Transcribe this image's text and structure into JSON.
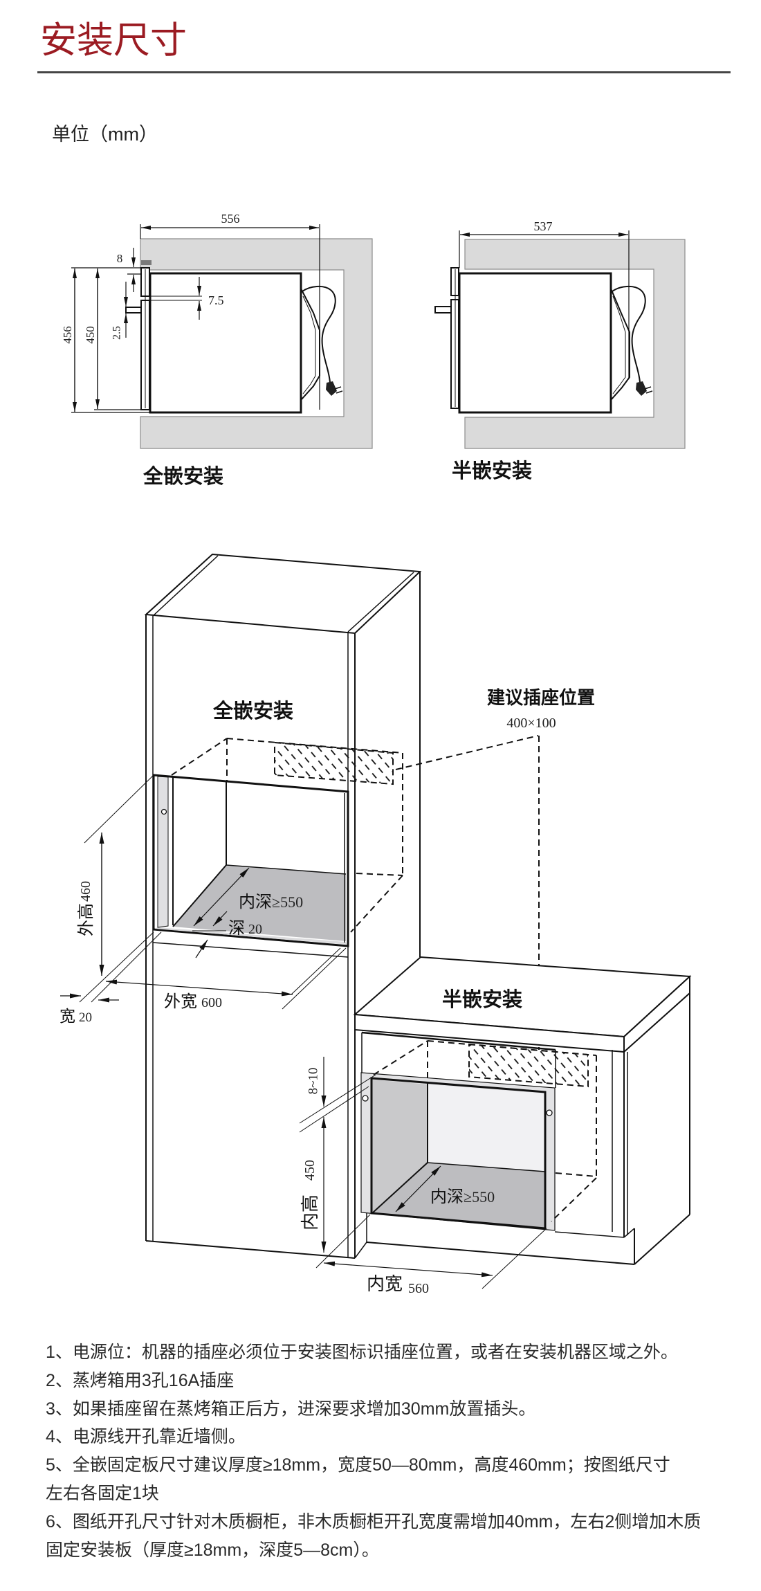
{
  "colors": {
    "title": "#9b1b22",
    "rule": "#454545",
    "note_text": "#2a2a2a",
    "cabinet_section_gray": "#dadada",
    "floor_gray": "#bdbdc0",
    "panel_light_gray": "#e3e3e5"
  },
  "header": {
    "title": "安装尺寸",
    "unit": "单位（mm）"
  },
  "side_views": {
    "full_embed": {
      "label": "全嵌安装",
      "dim_depth": "556",
      "dim_top_gap": "8",
      "dim_door_gap": "7.5",
      "dim_handle_gap": "2.5",
      "dim_outer_height": "456",
      "dim_door_height": "450"
    },
    "half_embed": {
      "label": "半嵌安装",
      "dim_depth": "537"
    }
  },
  "iso_view": {
    "full_embed": {
      "label": "全嵌安装",
      "outer_height_label": "外高",
      "outer_height_value": "460",
      "inner_depth_label": "内深",
      "inner_depth_value": "≥550",
      "front_depth_label": "深",
      "front_depth_value": "20",
      "outer_width_label": "外宽",
      "outer_width_value": "600",
      "side_width_label": "宽",
      "side_width_value": "20"
    },
    "socket": {
      "label": "建议插座位置",
      "size": "400×100"
    },
    "half_embed": {
      "label": "半嵌安装",
      "gap_value": "8~10",
      "inner_height_label": "内高",
      "inner_height_value": "450",
      "inner_depth_label": "内深",
      "inner_depth_value": "≥550",
      "inner_width_label": "内宽",
      "inner_width_value": "560"
    }
  },
  "notes": [
    {
      "lines": [
        "1、电源位：机器的插座必须位于安装图标识插座位置，或者在安装机器区域之外。"
      ]
    },
    {
      "lines": [
        "2、蒸烤箱用3孔16A插座"
      ]
    },
    {
      "lines": [
        "3、如果插座留在蒸烤箱正后方，进深要求增加30mm放置插头。"
      ]
    },
    {
      "lines": [
        "4、电源线开孔靠近墙侧。"
      ]
    },
    {
      "lines": [
        "5、全嵌固定板尺寸建议厚度≥18mm，宽度50—80mm，高度460mm；按图纸尺寸",
        "左右各固定1块"
      ]
    },
    {
      "lines": [
        "6、图纸开孔尺寸针对木质橱柜，非木质橱柜开孔宽度需增加40mm，左右2侧增加木质",
        "固定安装板（厚度≥18mm，深度5—8cm）。"
      ]
    }
  ]
}
